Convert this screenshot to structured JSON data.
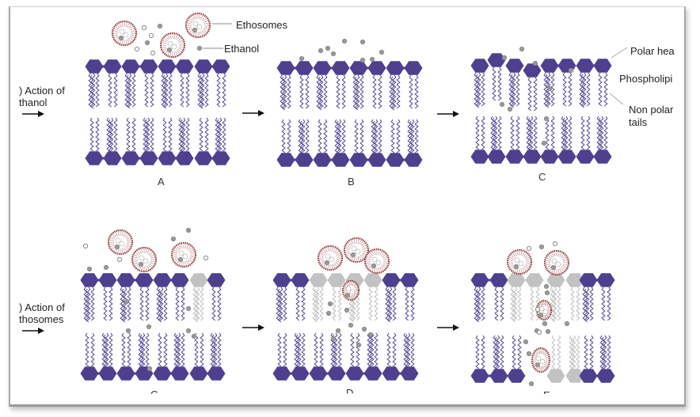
{
  "figure": {
    "rows": [
      {
        "title_line1": ") Action of",
        "title_line2": "thanol",
        "panels": [
          {
            "letter": "A",
            "stage": "intact bilayer, ethosomes approaching"
          },
          {
            "letter": "B",
            "stage": "ethanol at head groups"
          },
          {
            "letter": "C",
            "stage": "disordered heads, ethanol penetrating"
          }
        ]
      },
      {
        "title_line1": ") Action of",
        "title_line2": "thosomes",
        "panels": [
          {
            "letter": "C",
            "stage": "ethosomes near fluidized bilayer"
          },
          {
            "letter": "D",
            "stage": "ethosomes fuse at disrupted region"
          },
          {
            "letter": "E",
            "stage": "ethosome penetrates bilayer"
          }
        ]
      }
    ],
    "annotations": {
      "ethosomes": "Ethosomes",
      "ethanol": "Ethanol",
      "polar_head": "Polar hea",
      "phospholipid": "Phospholipi",
      "non_polar_line1": "Non polar",
      "non_polar_line2": "tails"
    },
    "colors": {
      "head": "#4f3f8f",
      "tail": "#5a4f9a",
      "fluidized": "#c2c2c2",
      "vesicle": "#8a2a2a",
      "ethanol": "#8a8a8a"
    }
  }
}
